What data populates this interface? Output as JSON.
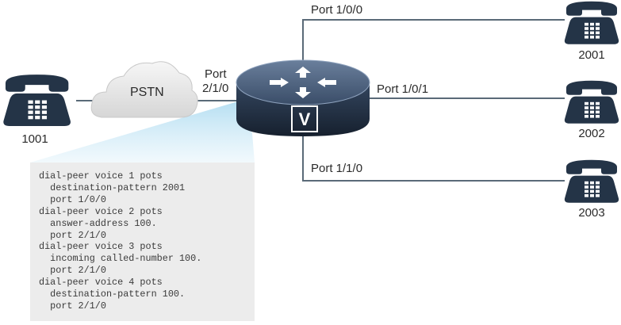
{
  "devices": {
    "phone_left": {
      "number": "1001"
    },
    "phone_top": {
      "number": "2001"
    },
    "phone_mid": {
      "number": "2002"
    },
    "phone_bottom": {
      "number": "2003"
    },
    "cloud": {
      "label": "PSTN"
    },
    "router": {
      "badge": "V"
    }
  },
  "ports": {
    "pstn_port": [
      "Port",
      "2/1/0"
    ],
    "top": "Port 1/0/0",
    "mid": "Port 1/0/1",
    "bottom": "Port 1/1/0"
  },
  "config": {
    "lines": [
      "dial-peer voice 1 pots",
      "  destination-pattern 2001",
      "  port 1/0/0",
      "dial-peer voice 2 pots",
      "  answer-address 100.",
      "  port 2/1/0",
      "dial-peer voice 3 pots",
      "  incoming called-number 100.",
      "  port 2/1/0",
      "dial-peer voice 4 pots",
      "  destination-pattern 100.",
      "  port 2/1/0"
    ]
  },
  "colors": {
    "line": "#5a6a78",
    "phone": "#243447",
    "router_top": "#2f3f56",
    "router_body": "#1e2c3e",
    "cloud": "#e6e6e6",
    "callout": "#cfe9f5",
    "config_bg": "#ececec"
  }
}
